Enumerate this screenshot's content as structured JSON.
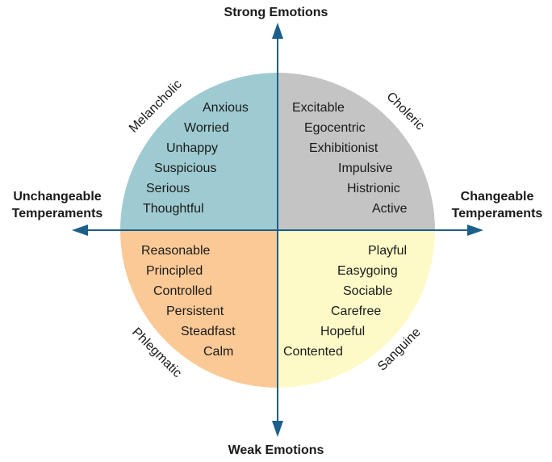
{
  "axes": {
    "top": "Strong Emotions",
    "bottom": "Weak Emotions",
    "left": [
      "Unchangeable",
      "Temperaments"
    ],
    "right": [
      "Changeable",
      "Temperaments"
    ]
  },
  "colors": {
    "axis": "#1b5f8a",
    "melancholic": "#9ecbd1",
    "choleric": "#c4c4c4",
    "phlegmatic": "#fbc996",
    "sanguine": "#fdfac8"
  },
  "quadrants": {
    "melancholic": {
      "name": "Melancholic",
      "traits": [
        "Anxious",
        "Worried",
        "Unhappy",
        "Suspicious",
        "Serious",
        "Thoughtful"
      ]
    },
    "choleric": {
      "name": "Choleric",
      "traits": [
        "Excitable",
        "Egocentric",
        "Exhibitionist",
        "Impulsive",
        "Histrionic",
        "Active"
      ]
    },
    "phlegmatic": {
      "name": "Phlegmatic",
      "traits": [
        "Reasonable",
        "Principled",
        "Controlled",
        "Persistent",
        "Steadfast",
        "Calm"
      ]
    },
    "sanguine": {
      "name": "Sanguine",
      "traits": [
        "Playful",
        "Easygoing",
        "Sociable",
        "Carefree",
        "Hopeful",
        "Contented"
      ]
    }
  }
}
